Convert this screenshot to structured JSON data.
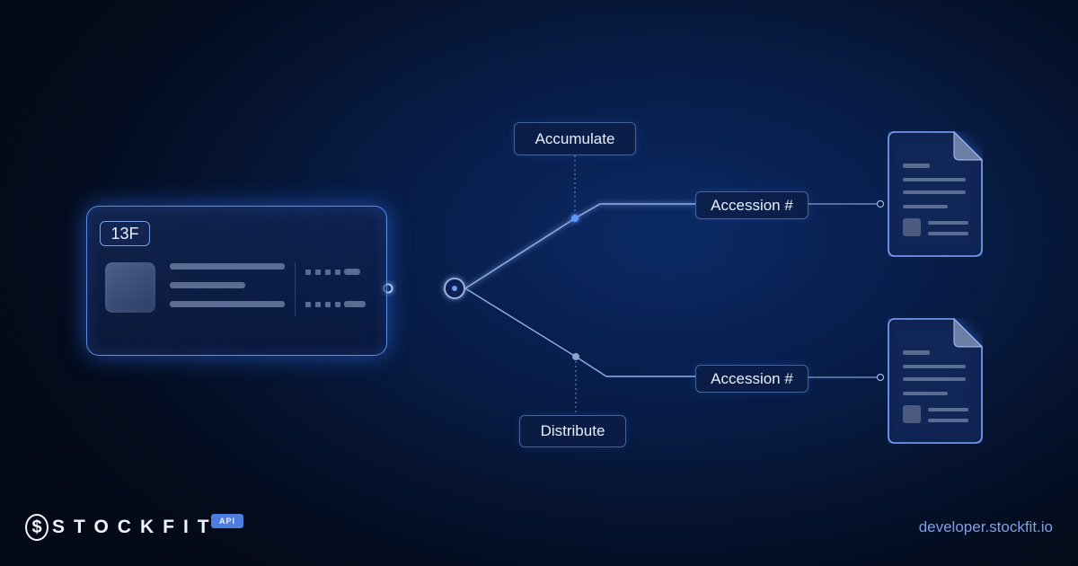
{
  "source_card": {
    "tag": "13F"
  },
  "branches": {
    "top_label": "Accumulate",
    "bottom_label": "Distribute",
    "top_accession": "Accession #",
    "bottom_accession": "Accession #"
  },
  "footer": {
    "brand_mark": "$",
    "brand_name": "STOCKFIT",
    "api_badge": "API",
    "website": "developer.stockfit.io"
  },
  "colors": {
    "accent": "#4d7de0",
    "glow": "#3f86ff",
    "line": "#8fb0ea",
    "background": "#061636"
  },
  "icons": [
    "document-icon",
    "logo-mark-icon"
  ]
}
